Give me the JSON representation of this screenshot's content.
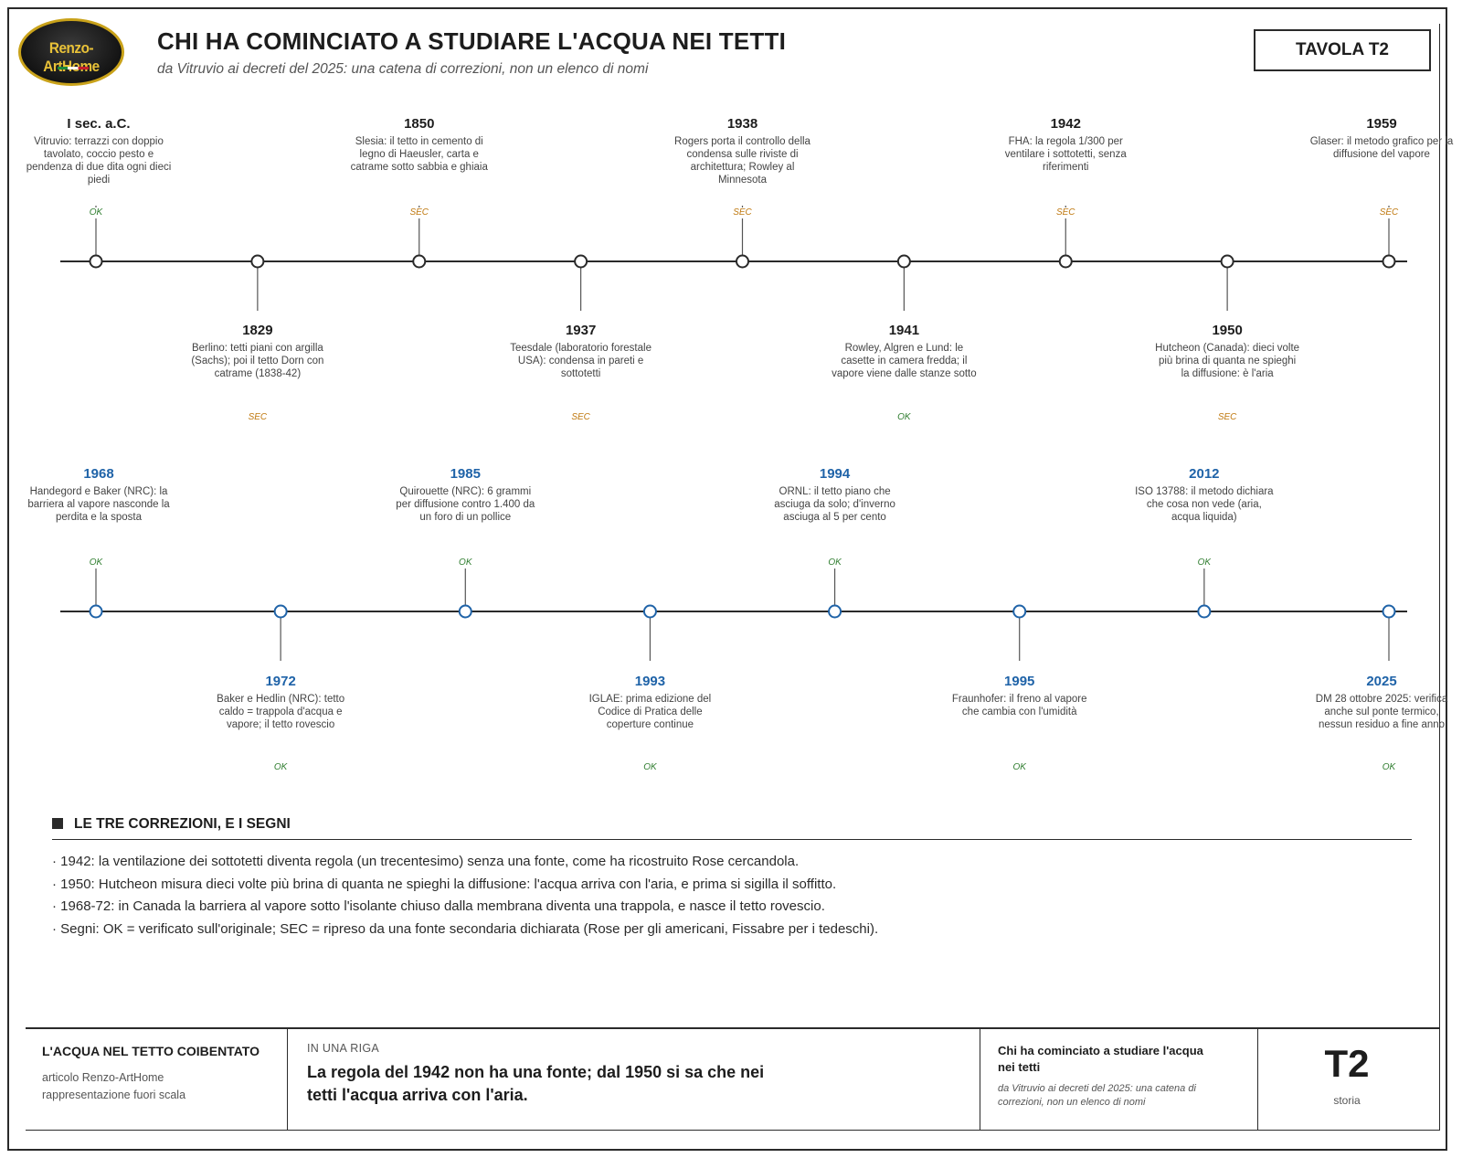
{
  "header": {
    "logo_text": "Renzo-ArtHome",
    "title": "CHI HA COMINCIATO A STUDIARE L'ACQUA NEI TETTI",
    "subtitle": "da Vitruvio ai decreti del 2025: una catena di correzioni, non un elenco di nomi",
    "plate_label": "TAVOLA T2"
  },
  "timeline_row1": [
    {
      "year": "I sec. a.C.",
      "text": "Vitruvio: terrazzi con doppio tavolato, coccio pesto e pendenza di due dita ogni dieci piedi",
      "badge": "OK",
      "side": "above"
    },
    {
      "year": "1829",
      "text": "Berlino: tetti piani con argilla (Sachs); poi il tetto Dorn con catrame (1838-42)",
      "badge": "SEC",
      "side": "below"
    },
    {
      "year": "1850",
      "text": "Slesia: il tetto in cemento di legno di Haeusler, carta e catrame sotto sabbia e ghiaia",
      "badge": "SEC",
      "side": "above"
    },
    {
      "year": "1937",
      "text": "Teesdale (laboratorio forestale USA): condensa in pareti e sottotetti",
      "badge": "SEC",
      "side": "below"
    },
    {
      "year": "1938",
      "text": "Rogers porta il controllo della condensa sulle riviste di architettura; Rowley al Minnesota",
      "badge": "SEC",
      "side": "above"
    },
    {
      "year": "1941",
      "text": "Rowley, Algren e Lund: le casette in camera fredda; il vapore viene dalle stanze sotto",
      "badge": "OK",
      "side": "below"
    },
    {
      "year": "1942",
      "text": "FHA: la regola 1/300 per ventilare i sottotetti, senza riferimenti",
      "badge": "SEC",
      "side": "above"
    },
    {
      "year": "1950",
      "text": "Hutcheon (Canada): dieci volte più brina di quanta ne spieghi la diffusione: è l'aria",
      "badge": "SEC",
      "side": "below"
    },
    {
      "year": "1959",
      "text": "Glaser: il metodo grafico per la diffusione del vapore",
      "badge": "SEC",
      "side": "above"
    }
  ],
  "timeline_row2": [
    {
      "year": "1968",
      "text": "Handegord e Baker (NRC): la barriera al vapore nasconde la perdita e la sposta",
      "badge": "OK",
      "side": "above"
    },
    {
      "year": "1972",
      "text": "Baker e Hedlin (NRC): tetto caldo = trappola d'acqua e vapore; il tetto rovescio",
      "badge": "OK",
      "side": "below"
    },
    {
      "year": "1985",
      "text": "Quirouette (NRC): 6 grammi per diffusione contro 1.400 da un foro di un pollice",
      "badge": "OK",
      "side": "above"
    },
    {
      "year": "1993",
      "text": "IGLAE: prima edizione del Codice di Pratica delle coperture continue",
      "badge": "OK",
      "side": "below"
    },
    {
      "year": "1994",
      "text": "ORNL: il tetto piano che asciuga da solo; d'inverno asciuga al 5 per cento",
      "badge": "OK",
      "side": "above"
    },
    {
      "year": "1995",
      "text": "Fraunhofer: il freno al vapore che cambia con l'umidità",
      "badge": "OK",
      "side": "below"
    },
    {
      "year": "2012",
      "text": "ISO 13788: il metodo dichiara che cosa non vede (aria, acqua liquida)",
      "badge": "OK",
      "side": "above"
    },
    {
      "year": "2025",
      "text": "DM 28 ottobre 2025: verifica anche sul ponte termico, nessun residuo a fine anno",
      "badge": "OK",
      "side": "below"
    }
  ],
  "colors": {
    "row1_node": "#2a2a2a",
    "row2_node": "#1f63a8",
    "ok": "#2f7d2f",
    "sec": "#c07a12"
  },
  "section": {
    "title": "LE TRE CORREZIONI, E I SEGNI",
    "bullets": [
      "· 1942: la ventilazione dei sottotetti diventa regola (un trecentesimo) senza una fonte, come ha ricostruito Rose cercandola.",
      "· 1950: Hutcheon misura dieci volte più brina di quanta ne spieghi la diffusione: l'acqua arriva con l'aria, e prima si sigilla il soffitto.",
      "· 1968-72: in Canada la barriera al vapore sotto l'isolante chiuso dalla membrana diventa una trappola, e nasce il tetto rovescio.",
      "· Segni: OK = verificato sull'originale; SEC = ripreso da una fonte secondaria dichiarata (Rose per gli americani, Fissabre per i tedeschi)."
    ]
  },
  "footer": {
    "series_title": "L'ACQUA NEL TETTO COIBENTATO",
    "series_line1": "articolo Renzo-ArtHome",
    "series_line2": "rappresentazione fuori scala",
    "kicker": "IN UNA RIGA",
    "one_liner": "La regola del 1942 non ha una fonte; dal 1950 si sa che nei tetti l'acqua arriva con l'aria.",
    "plate_title": "Chi ha cominciato a studiare l'acqua nei tetti",
    "plate_subtitle": "da Vitruvio ai decreti del 2025: una catena di correzioni, non un elenco di nomi",
    "plate_code": "T2",
    "plate_category": "storia"
  }
}
